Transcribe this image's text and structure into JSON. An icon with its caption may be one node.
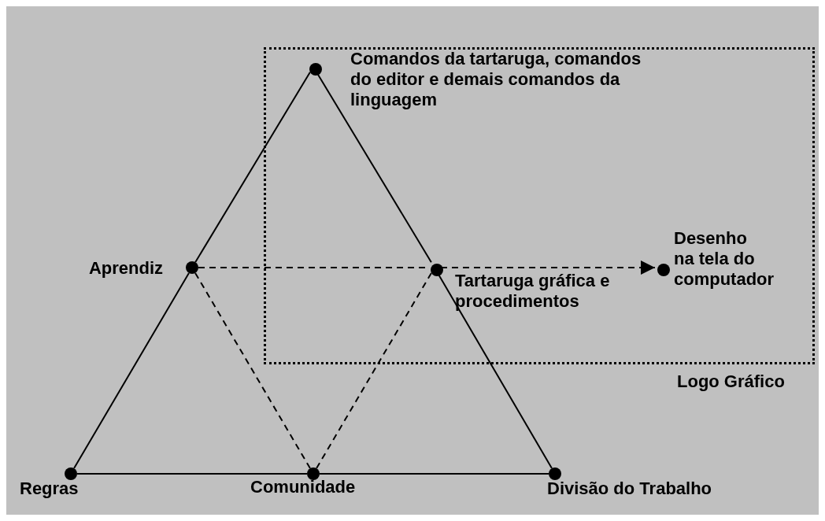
{
  "diagram": {
    "nodes": [
      {
        "text": [
          "Logo Gráfico"
        ]
      },
      {
        "text": [],
        "shape": "circle",
        "in": 0,
        "beside": [
          "Comandos da tartaruga, comandos do editor e demais comandos da linguagem"
        ]
      },
      {
        "text": [],
        "shape": "circle",
        "beside": [
          "Aprendiz"
        ]
      },
      {
        "text": [],
        "shape": "circle",
        "in": 0,
        "beside": [
          "Tartaruga gráfica e procedimentos"
        ]
      },
      {
        "text": [],
        "shape": "circle",
        "in": 0,
        "beside": [
          "Desenho na tela do computador"
        ]
      },
      {
        "text": [],
        "shape": "circle",
        "beside": [
          "Regras"
        ]
      },
      {
        "text": [],
        "shape": "circle",
        "beside": [
          "Comunidade"
        ]
      },
      {
        "text": [],
        "shape": "circle",
        "beside": [
          "Divisão do Trabalho"
        ]
      }
    ],
    "edges": [
      {
        "from": 1,
        "to": 2,
        "arrow": "none"
      },
      {
        "from": 2,
        "to": 5,
        "arrow": "none"
      },
      {
        "from": 1,
        "to": 3,
        "arrow": "none"
      },
      {
        "from": 3,
        "to": 7,
        "arrow": "none"
      },
      {
        "from": 5,
        "to": 6,
        "arrow": "none"
      },
      {
        "from": 6,
        "to": 7,
        "arrow": "none"
      },
      {
        "from": 2,
        "to": 3,
        "arrow": "none",
        "style": "dashed"
      },
      {
        "from": 3,
        "to": 4,
        "arrow": "to",
        "style": "dashed"
      },
      {
        "from": 2,
        "to": 6,
        "arrow": "none",
        "style": "dashed"
      },
      {
        "from": 3,
        "to": 6,
        "arrow": "none",
        "style": "dashed"
      }
    ]
  }
}
